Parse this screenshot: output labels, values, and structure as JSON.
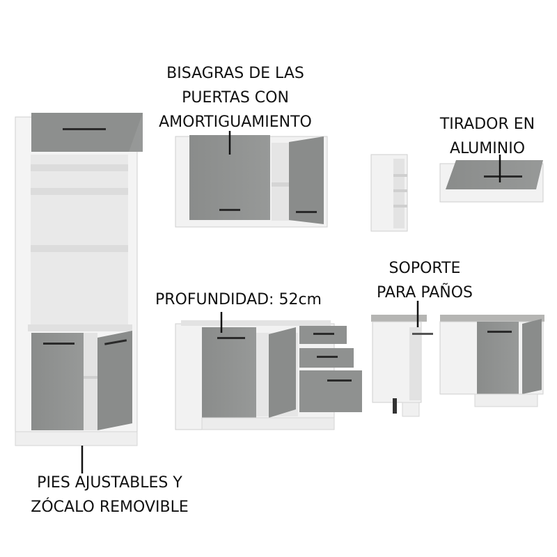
{
  "labels": {
    "hinges": [
      "BISAGRAS DE LAS",
      "PUERTAS CON",
      "AMORTIGUAMIENTO"
    ],
    "handle": [
      "TIRADOR EN",
      "ALUMINIO"
    ],
    "towel_rack": [
      "SOPORTE",
      "PARA PAÑOS"
    ],
    "depth": "PROFUNDIDAD: 52cm",
    "feet": [
      "PIES AJUSTABLES Y",
      "ZÓCALO REMOVIBLE"
    ]
  },
  "colors": {
    "door_gray": "#8c8e8d",
    "body_white": "#f3f3f3",
    "edge": "#c9c9c9",
    "handle": "#2a2a2a",
    "countertop": "#b5b5b3"
  }
}
